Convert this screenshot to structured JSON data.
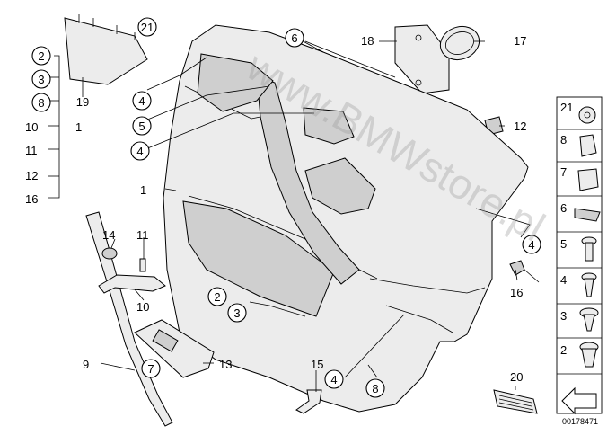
{
  "callouts": {
    "c1": "1",
    "c2": "2",
    "c3": "3",
    "c4": "4",
    "c5": "5",
    "c6": "6",
    "c7": "7",
    "c8": "8",
    "c9": "9",
    "c10": "10",
    "c11": "11",
    "c12": "12",
    "c13": "13",
    "c14": "14",
    "c15": "15",
    "c16": "16",
    "c17": "17",
    "c18": "18",
    "c19": "19",
    "c20": "20",
    "c21": "21"
  },
  "legend": [
    "21",
    "8",
    "7",
    "6",
    "5",
    "4",
    "3",
    "2"
  ],
  "watermark": "www.BMWstore.pl",
  "diagram_code": "00178471"
}
